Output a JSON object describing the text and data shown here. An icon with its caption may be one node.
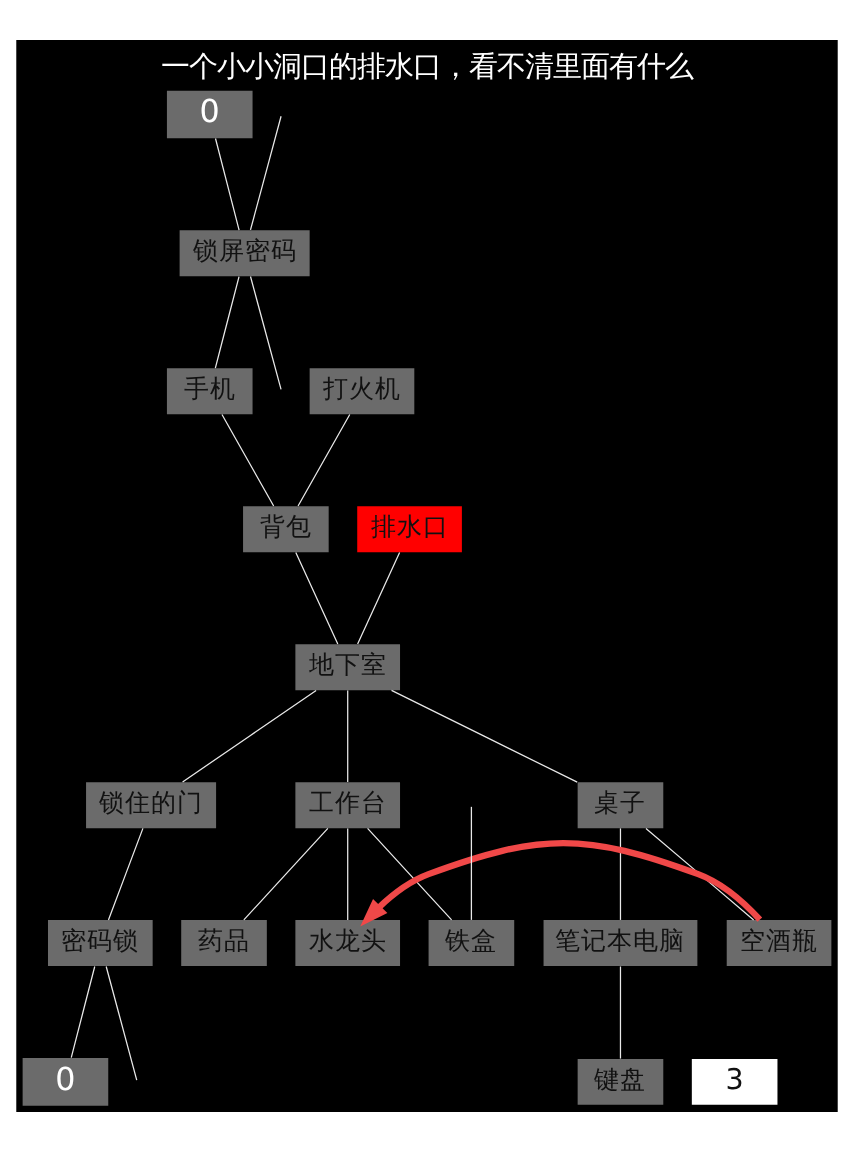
{
  "diagram": {
    "title": "一个小小洞口的排水口，看不清里面有什么",
    "nodes": [
      {
        "text": [
          "0"
        ]
      },
      {
        "text": [
          "锁屏密码"
        ]
      },
      {
        "text": [
          "手机"
        ]
      },
      {
        "text": [
          "打火机"
        ]
      },
      {
        "text": [
          "背包"
        ]
      },
      {
        "text": [
          "排水口"
        ]
      },
      {
        "text": [
          "地下室"
        ]
      },
      {
        "text": [
          "锁住的门"
        ]
      },
      {
        "text": [
          "工作台"
        ]
      },
      {
        "text": [
          "铁盒"
        ]
      },
      {
        "text": [
          "密码锁"
        ]
      },
      {
        "text": [
          "桌子"
        ]
      },
      {
        "text": [
          "药品"
        ]
      },
      {
        "text": [
          "3"
        ]
      },
      {
        "text": [
          "0"
        ]
      },
      {
        "text": [
          "笔记本电脑"
        ]
      },
      {
        "text": [
          "水龙头"
        ]
      },
      {
        "text": [
          "空酒瓶"
        ]
      },
      {
        "text": [
          "键盘"
        ]
      }
    ],
    "edges": [
      {
        "from": 0,
        "to": 1,
        "arrow": "none"
      },
      {
        "from": null,
        "to": 1,
        "arrow": "none"
      },
      {
        "from": 1,
        "to": null,
        "arrow": "none"
      },
      {
        "from": 1,
        "to": 2,
        "arrow": "none"
      },
      {
        "from": 2,
        "to": 4,
        "arrow": "none"
      },
      {
        "from": 3,
        "to": 4,
        "arrow": "none"
      },
      {
        "from": 4,
        "to": 6,
        "arrow": "none"
      },
      {
        "from": 5,
        "to": 6,
        "arrow": "none"
      },
      {
        "from": 6,
        "to": 7,
        "arrow": "none"
      },
      {
        "from": 6,
        "to": 8,
        "arrow": "none"
      },
      {
        "from": 6,
        "to": 11,
        "arrow": "none"
      },
      {
        "from": 7,
        "to": 10,
        "arrow": "none"
      },
      {
        "from": 8,
        "to": 9,
        "arrow": "none"
      },
      {
        "from": 8,
        "to": 12,
        "arrow": "none"
      },
      {
        "from": 8,
        "to": 16,
        "arrow": "none"
      },
      {
        "from": null,
        "to": 9,
        "arrow": "none"
      },
      {
        "from": 11,
        "to": 15,
        "arrow": "none"
      },
      {
        "from": 11,
        "to": 17,
        "arrow": "none"
      },
      {
        "from": 15,
        "to": 18,
        "arrow": "none"
      },
      {
        "from": 10,
        "to": 14,
        "arrow": "none"
      },
      {
        "from": 10,
        "to": null,
        "arrow": "none"
      },
      {
        "from": 17,
        "to": 16,
        "arrow": "to",
        "style": "thick",
        "color": "#f04848"
      }
    ]
  }
}
